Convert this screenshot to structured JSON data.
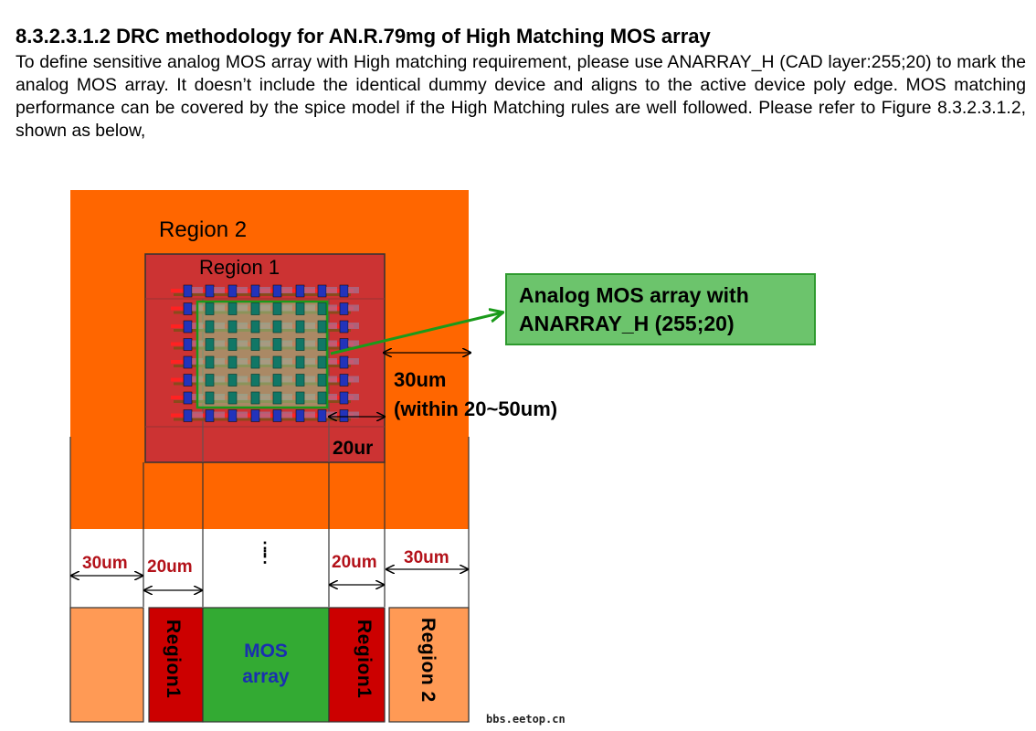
{
  "heading": "8.3.2.3.1.2  DRC methodology for AN.R.79mg of High Matching MOS array",
  "paragraph": "To define sensitive analog MOS array with High matching requirement, please use ANARRAY_H (CAD layer:255;20) to mark the analog MOS array. It doesn’t include the identical dummy device and aligns to the active device poly edge. MOS matching performance can be covered by the spice model if the High Matching rules are well followed. Please refer to Figure 8.3.2.3.1.2, shown as below,",
  "figure": {
    "region2_label": "Region 2",
    "region1_label": "Region 1",
    "callout": {
      "line1": "Analog MOS array with",
      "line2": "ANARRAY_H  (255;20)"
    },
    "dim_outer": {
      "line1": "30um",
      "line2": "(within 20~50um)"
    },
    "dim_inner": "20ur",
    "bottom_dims": {
      "left_30": "30um",
      "left_20": "20um",
      "right_20": "20um",
      "right_30": "30um"
    },
    "ellipsis": "⋮",
    "bottom_blocks": {
      "region1_left": "Region1",
      "mos": "MOS array",
      "mos_line1": "MOS",
      "mos_line2": "array",
      "region1_right": "Region1",
      "region2_right": "Region 2"
    },
    "watermark": "bbs.eetop.cn",
    "colors": {
      "region2": "#ff6600",
      "region1": "#cc3333",
      "anarray": "#8ed08e",
      "callout": "#6cc46c",
      "mos_block": "#33aa33",
      "region1_block": "#cc0000",
      "region2_block": "#ff9a55",
      "gate_blue": "#2233bb",
      "device_teal": "#117766",
      "poly_red": "#ff2222"
    }
  }
}
